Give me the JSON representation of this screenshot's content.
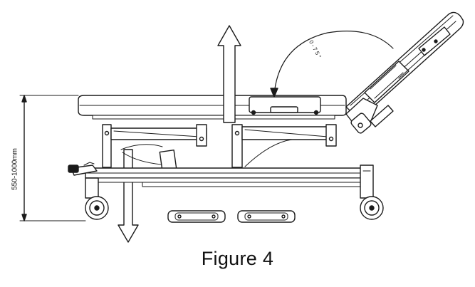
{
  "figure": {
    "caption": "Figure 4",
    "height_range": "550-1000mm",
    "backrest_angle": "0-75°"
  },
  "colors": {
    "line": "#1a1a1a",
    "fill": "#ffffff",
    "shade": "#444444"
  }
}
